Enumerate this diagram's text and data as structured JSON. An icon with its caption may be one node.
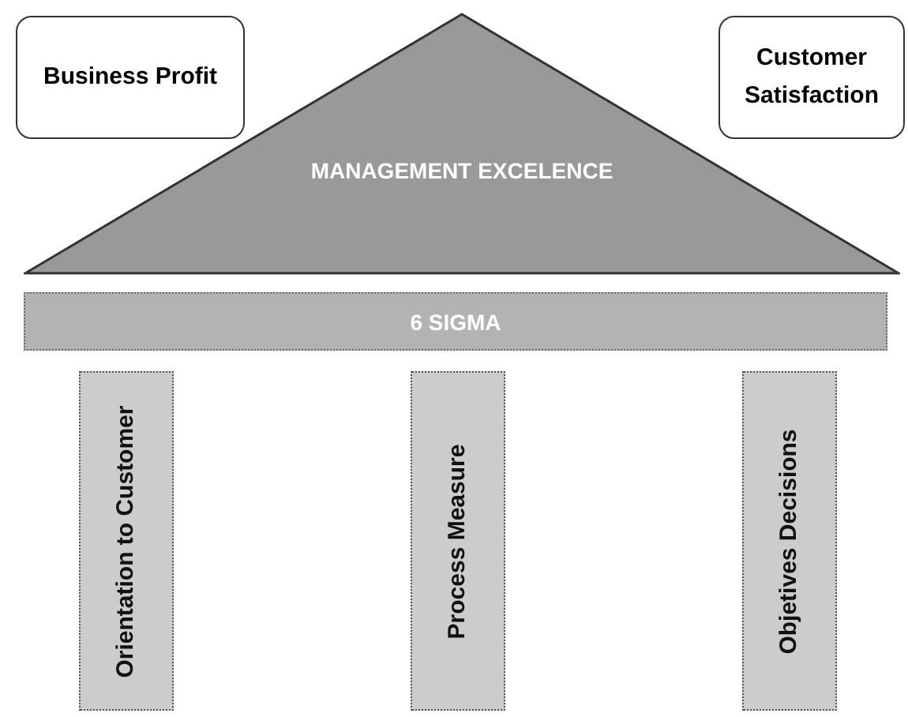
{
  "diagram": {
    "nodes": [
      {
        "text": [
          "Business Profit"
        ]
      },
      {
        "text": [
          "Customer Satisfaction"
        ]
      },
      {
        "text": [
          "MANAGEMENT EXCELENCE"
        ]
      },
      {
        "text": [
          "6 SIGMA"
        ]
      },
      {
        "text": [
          "Orientation to Customer"
        ]
      },
      {
        "text": [
          "Process Measure"
        ]
      },
      {
        "text": [
          "Objetives Decisions"
        ]
      }
    ]
  }
}
